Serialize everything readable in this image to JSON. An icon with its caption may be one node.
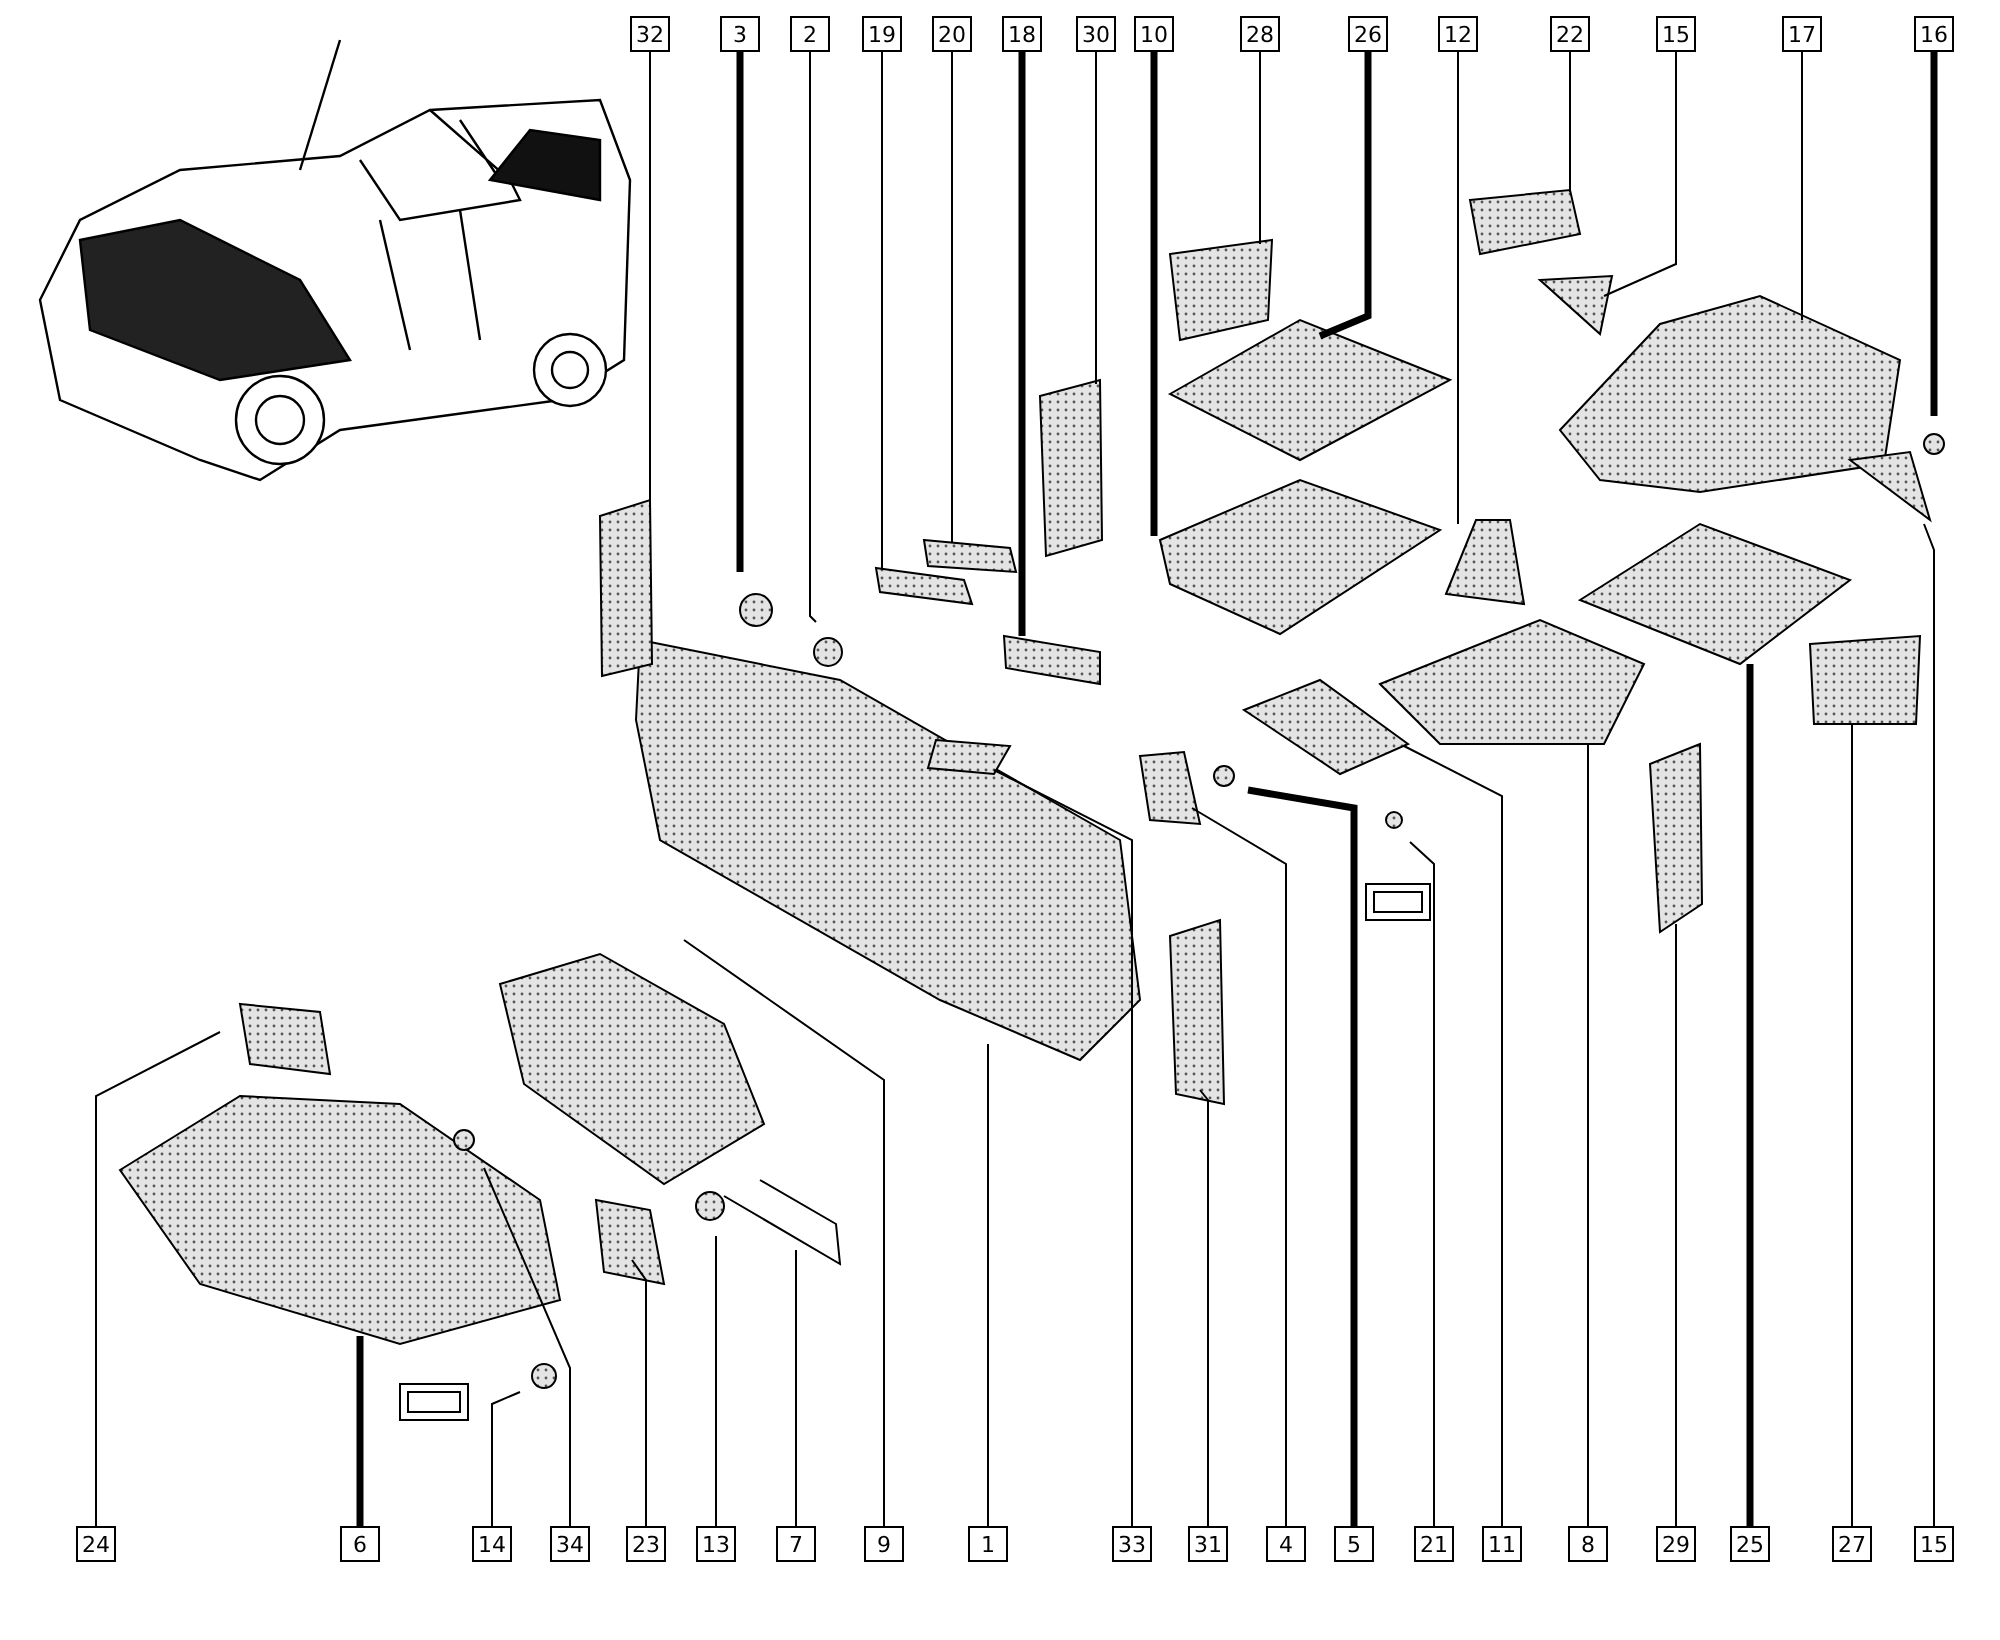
{
  "diagram": {
    "nodes": [
      {
        "text": [
          "32"
        ]
      },
      {
        "text": [
          "3"
        ]
      },
      {
        "text": [
          "2"
        ]
      },
      {
        "text": [
          "19"
        ]
      },
      {
        "text": [
          "20"
        ]
      },
      {
        "text": [
          "18"
        ]
      },
      {
        "text": [
          "30"
        ]
      },
      {
        "text": [
          "10"
        ]
      },
      {
        "text": [
          "28"
        ]
      },
      {
        "text": [
          "26"
        ]
      },
      {
        "text": [
          "12"
        ]
      },
      {
        "text": [
          "22"
        ]
      },
      {
        "text": [
          "15"
        ]
      },
      {
        "text": [
          "17"
        ]
      },
      {
        "text": [
          "16"
        ]
      },
      {
        "text": [
          "24"
        ]
      },
      {
        "text": [
          "6"
        ]
      },
      {
        "text": [
          "14"
        ]
      },
      {
        "text": [
          "34"
        ]
      },
      {
        "text": [
          "23"
        ]
      },
      {
        "text": [
          "13"
        ]
      },
      {
        "text": [
          "7"
        ]
      },
      {
        "text": [
          "9"
        ]
      },
      {
        "text": [
          "1"
        ]
      },
      {
        "text": [
          "33"
        ]
      },
      {
        "text": [
          "31"
        ]
      },
      {
        "text": [
          "4"
        ]
      },
      {
        "text": [
          "5"
        ]
      },
      {
        "text": [
          "21"
        ]
      },
      {
        "text": [
          "11"
        ]
      },
      {
        "text": [
          "8"
        ]
      },
      {
        "text": [
          "29"
        ]
      },
      {
        "text": [
          "25"
        ]
      },
      {
        "text": [
          "27"
        ]
      },
      {
        "text": [
          "15"
        ]
      }
    ],
    "edges": [
      {
        "from": 0,
        "to": null,
        "arrow": "none"
      },
      {
        "from": 1,
        "to": null,
        "arrow": "none",
        "style": "thick"
      },
      {
        "from": 2,
        "to": null,
        "arrow": "none"
      },
      {
        "from": 3,
        "to": null,
        "arrow": "none"
      },
      {
        "from": 4,
        "to": null,
        "arrow": "none"
      },
      {
        "from": 5,
        "to": null,
        "arrow": "none",
        "style": "thick"
      },
      {
        "from": 6,
        "to": null,
        "arrow": "none"
      },
      {
        "from": 7,
        "to": null,
        "arrow": "none",
        "style": "thick"
      },
      {
        "from": 8,
        "to": null,
        "arrow": "none"
      },
      {
        "from": 9,
        "to": null,
        "arrow": "none",
        "style": "thick"
      },
      {
        "from": 10,
        "to": null,
        "arrow": "none"
      },
      {
        "from": 11,
        "to": null,
        "arrow": "none"
      },
      {
        "from": 12,
        "to": null,
        "arrow": "none"
      },
      {
        "from": 13,
        "to": null,
        "arrow": "none"
      },
      {
        "from": 14,
        "to": null,
        "arrow": "none",
        "style": "thick"
      },
      {
        "from": 15,
        "to": null,
        "arrow": "none"
      },
      {
        "from": 16,
        "to": null,
        "arrow": "none",
        "style": "thick"
      },
      {
        "from": 17,
        "to": null,
        "arrow": "none"
      },
      {
        "from": 18,
        "to": null,
        "arrow": "none"
      },
      {
        "from": 19,
        "to": null,
        "arrow": "none"
      },
      {
        "from": 20,
        "to": null,
        "arrow": "none"
      },
      {
        "from": 21,
        "to": null,
        "arrow": "none"
      },
      {
        "from": 22,
        "to": null,
        "arrow": "none"
      },
      {
        "from": 23,
        "to": null,
        "arrow": "none"
      },
      {
        "from": 24,
        "to": null,
        "arrow": "none"
      },
      {
        "from": 25,
        "to": null,
        "arrow": "none"
      },
      {
        "from": 26,
        "to": null,
        "arrow": "none"
      },
      {
        "from": 27,
        "to": null,
        "arrow": "none",
        "style": "thick"
      },
      {
        "from": 28,
        "to": null,
        "arrow": "none"
      },
      {
        "from": 29,
        "to": null,
        "arrow": "none"
      },
      {
        "from": 30,
        "to": null,
        "arrow": "none"
      },
      {
        "from": 31,
        "to": null,
        "arrow": "none"
      },
      {
        "from": 32,
        "to": null,
        "arrow": "none",
        "style": "thick"
      },
      {
        "from": 33,
        "to": null,
        "arrow": "none"
      },
      {
        "from": 34,
        "to": null,
        "arrow": "none"
      }
    ]
  }
}
